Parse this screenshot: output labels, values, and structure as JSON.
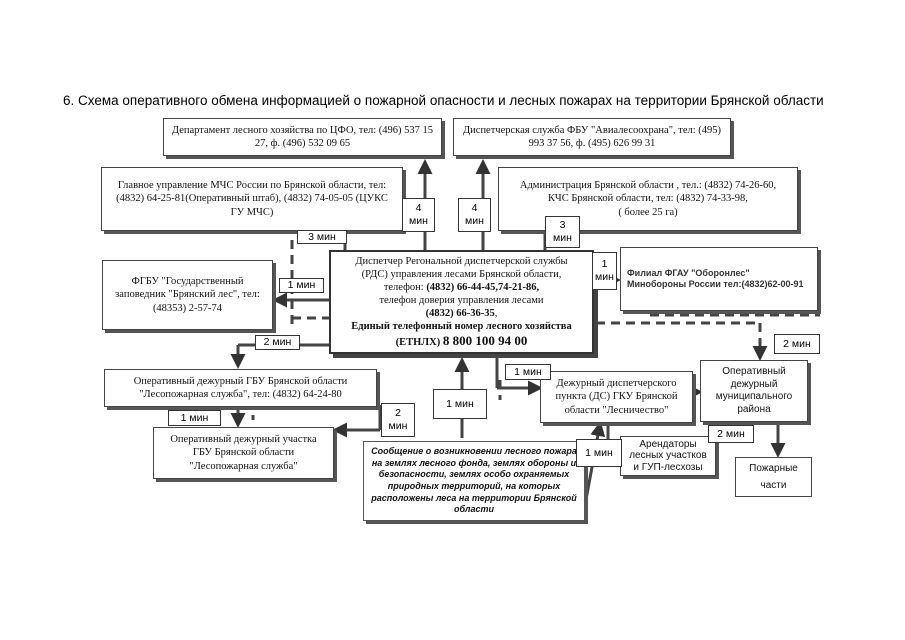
{
  "title": "6. Схема оперативного обмена информацией о пожарной опасности и лесных пожарах на территории Брянской области",
  "boxes": {
    "forestry_dept": [
      "Департамент лесного хозяйства по ЦФО, тел: (496) 537 15",
      "27, ф. (496) 532 09 65"
    ],
    "avialesookhrana": [
      "Диспетчерская служба ФБУ \"Авиалесоохрана\", тел: (495)",
      "993 37 56, ф. (495) 626 99 31"
    ],
    "mchs": [
      "Главное управление МЧС России по Брянской области, тел:",
      "(4832) 64-25-81(Оперативный штаб), (4832) 74-05-05 (ЦУКС",
      "ГУ МЧС)"
    ],
    "administration": [
      "Администрация Брянской области , тел.: (4832) 74-26-60,",
      "КЧС Брянской области, тел: (4832) 74-33-98,",
      "( более 25 га)"
    ],
    "zapovednik": [
      "ФГБУ \"Государственный",
      "заповедник \"Брянский лес\", тел:",
      "(48353) 2-57-74"
    ],
    "oboronles": [
      "Филиал ФГАУ \"Оборонлес\"",
      "Минобороны России тел:(4832)62-00-91"
    ],
    "gbu_duty": [
      "Оперативный дежурный ГБУ Брянской области",
      "\"Лесопожарная служба\", тел: (4832) 64-24-80"
    ],
    "gbu_section": [
      "Оперативный дежурный участка",
      "ГБУ Брянской области",
      "\"Лесопожарная служба\""
    ],
    "lesnichestvo": [
      "Дежурный диспетчерского",
      "пункта (ДС) ГКУ Брянской",
      "области \"Лесничество\""
    ],
    "municipal": [
      "Оперативный",
      "дежурный",
      "муниципального",
      "района"
    ],
    "arendatory": [
      "Арендаторы",
      "лесных участков",
      "и ГУП-лесхозы"
    ],
    "fire_units": [
      "Пожарные",
      "части"
    ]
  },
  "center": {
    "line1": "Диспетчер Регональной диспетчерской службы",
    "line2": "(РДС) управления лесами Брянской области,",
    "line3_prefix": "телефон: ",
    "line3_phone": "(4832) 66-44-45,74-21-86,",
    "line4": "телефон доверия управления лесами",
    "line5_phone": "(4832) 66-36-35",
    "line5_suffix": ",",
    "line6": "Единый телефонный номер лесного хозяйства",
    "line7_prefix": "(ЕТНЛХ) ",
    "line7_phone": "8 800 100 94 00"
  },
  "message": "Сообщение о возникновении лесного пожара на землях лесного фонда, землях обороны и безопасности, землях особо охраняемых природных территорий, на которых расположены леса на территории Брянской области",
  "labels": {
    "min4_a": [
      "4",
      "мин"
    ],
    "min4_b": [
      "4",
      "мин"
    ],
    "min3_a": "3 мин",
    "min3_b": [
      "3",
      "мин"
    ],
    "min1_obor": [
      "1",
      "мин"
    ],
    "min1_zap": "1 мин",
    "min2_gbu": "2 мин",
    "min2_mun": "2 мин",
    "min1_les": "1 мин",
    "min1_sec": "1 мин",
    "min2_mid": [
      "2",
      "мин"
    ],
    "min1_center": "1 мин",
    "min1_msg": "1 мин",
    "min2_fire": "2 мин"
  }
}
